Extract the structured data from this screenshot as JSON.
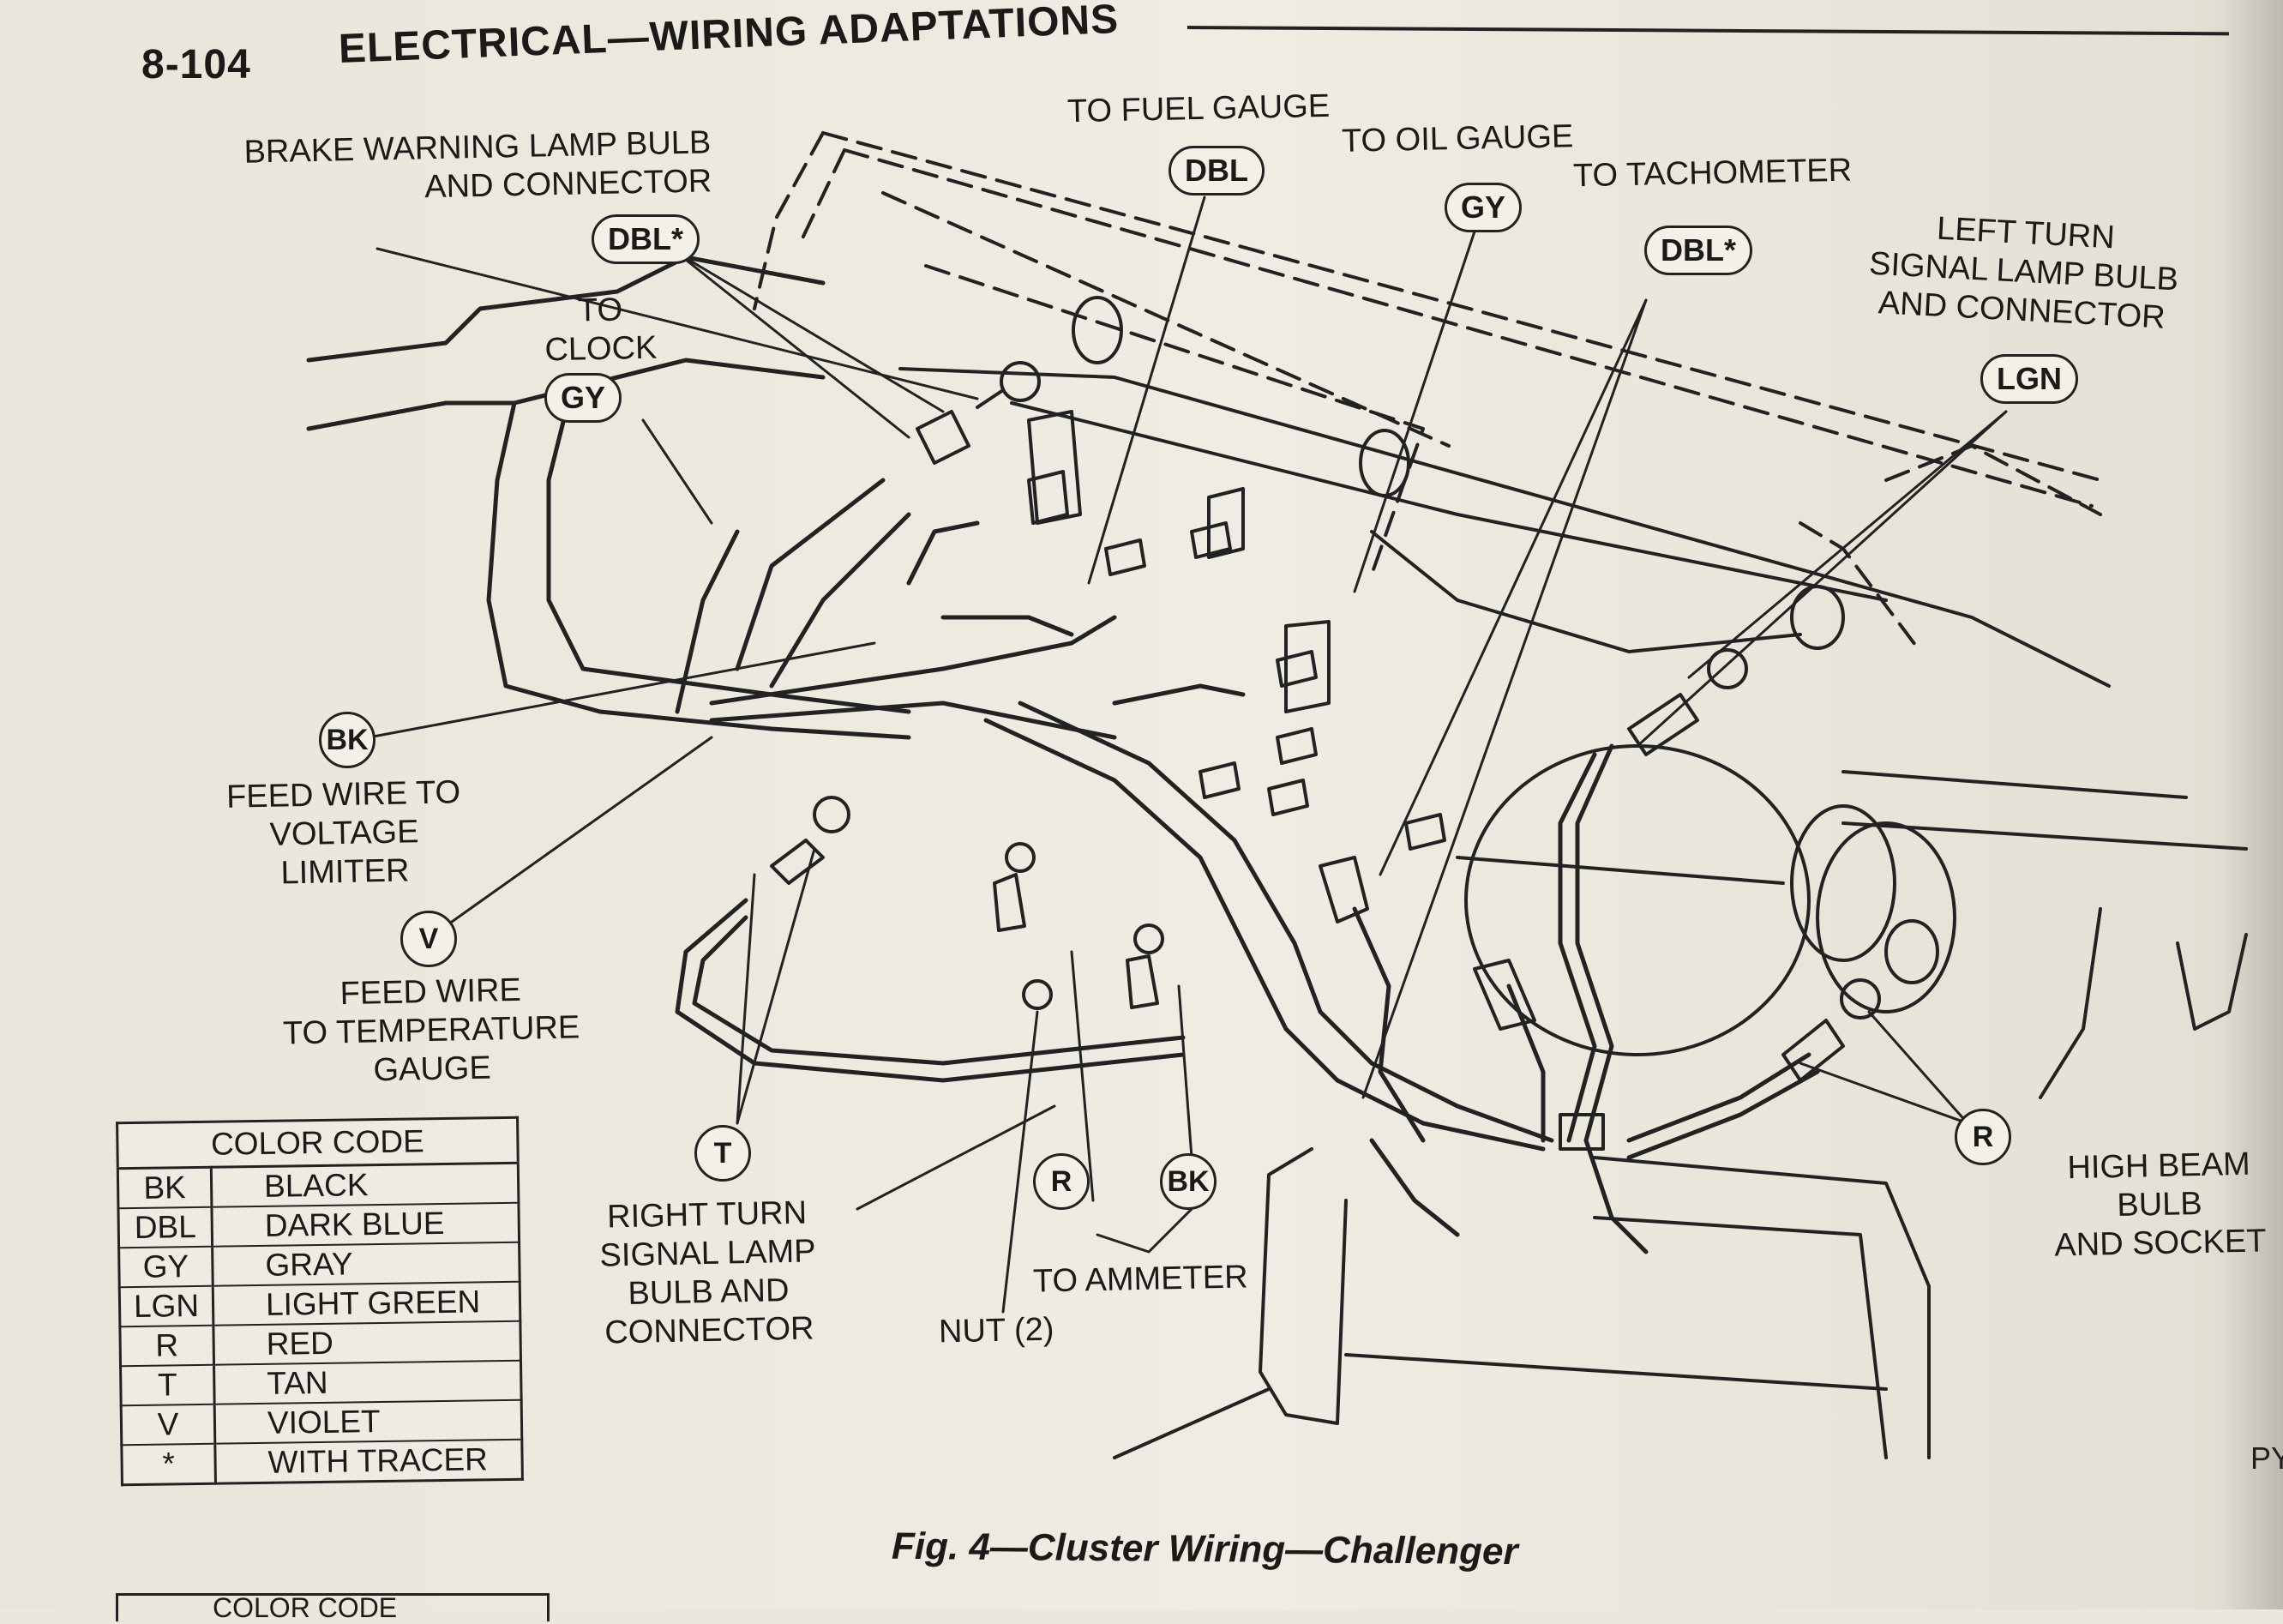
{
  "header": {
    "page_number": "8-104",
    "section_title": "ELECTRICAL—WIRING ADAPTATIONS"
  },
  "callouts": {
    "brake_warning": "BRAKE WARNING LAMP BULB\nAND CONNECTOR",
    "to_fuel_gauge": "TO FUEL GAUGE",
    "to_oil_gauge": "TO OIL GAUGE",
    "to_tachometer": "TO TACHOMETER",
    "left_turn": "LEFT TURN\nSIGNAL LAMP BULB\nAND CONNECTOR",
    "to_clock": "TO\nCLOCK",
    "feed_voltage_limiter": "FEED WIRE TO\nVOLTAGE\nLIMITER",
    "feed_temperature": "FEED WIRE\nTO TEMPERATURE\nGAUGE",
    "right_turn": "RIGHT TURN\nSIGNAL LAMP\nBULB AND\nCONNECTOR",
    "nut": "NUT (2)",
    "to_ammeter": "TO AMMETER",
    "high_beam": "HIGH BEAM BULB\nAND SOCKET"
  },
  "wire_tags": {
    "brake_dbl": "DBL*",
    "fuel_dbl": "DBL",
    "clock_gy": "GY",
    "oil_gy": "GY",
    "tach_dbl": "DBL*",
    "left_turn_lgn": "LGN",
    "feed_bk": "BK",
    "feed_v": "V",
    "right_turn_t": "T",
    "ammeter_r": "R",
    "ammeter_bk": "BK",
    "high_beam_r": "R"
  },
  "color_code": {
    "title": "COLOR CODE",
    "rows": [
      {
        "code": "BK",
        "name": "BLACK"
      },
      {
        "code": "DBL",
        "name": "DARK BLUE"
      },
      {
        "code": "GY",
        "name": "GRAY"
      },
      {
        "code": "LGN",
        "name": "LIGHT GREEN"
      },
      {
        "code": "R",
        "name": "RED"
      },
      {
        "code": "T",
        "name": "TAN"
      },
      {
        "code": "V",
        "name": "VIOLET"
      },
      {
        "code": "*",
        "name": "WITH TRACER"
      }
    ]
  },
  "caption": "Fig. 4—Cluster Wiring—Challenger",
  "corner_mark": "PY",
  "bottom_partial_title": "COLOR CODE"
}
